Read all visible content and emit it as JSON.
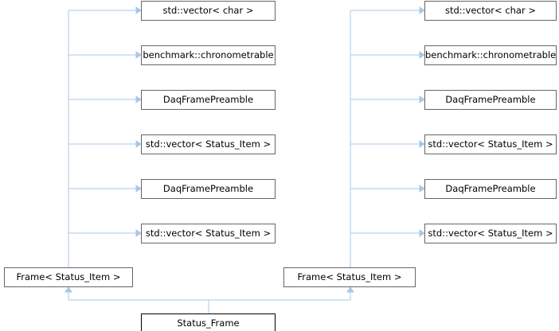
{
  "diagram": {
    "columns": [
      {
        "bases": [
          "std::vector< char >",
          "benchmark::chronometrable",
          "DaqFramePreamble",
          "std::vector< Status_Item >",
          "DaqFramePreamble",
          "std::vector< Status_Item >"
        ],
        "derived": "Frame< Status_Item >"
      },
      {
        "bases": [
          "std::vector< char >",
          "benchmark::chronometrable",
          "DaqFramePreamble",
          "std::vector< Status_Item >",
          "DaqFramePreamble",
          "std::vector< Status_Item >"
        ],
        "derived": "Frame< Status_Item >"
      }
    ],
    "current_class": "Status_Frame",
    "colors": {
      "edge": "#a7c8e8",
      "node_border": "#666666",
      "current_border": "#000000"
    }
  }
}
